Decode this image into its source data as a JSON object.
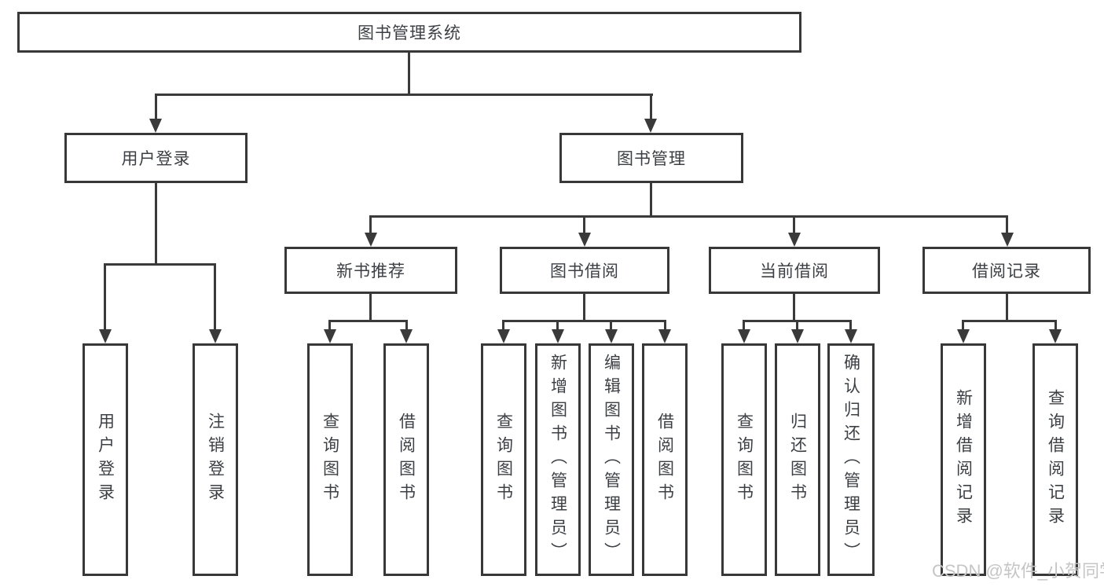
{
  "colors": {
    "line": "#3a3a3a",
    "box_border": "#383838",
    "text": "#3c4045",
    "watermark_gray": "#c5c5c5",
    "background": "#ffffff"
  },
  "tree": {
    "root": "图书管理系统",
    "user_login": {
      "label": "用户登录",
      "leaves": [
        "用户登录",
        "注销登录"
      ]
    },
    "book_mgmt": {
      "label": "图书管理",
      "groups": [
        {
          "label": "新书推荐",
          "leaves": [
            "查询图书",
            "借阅图书"
          ]
        },
        {
          "label": "图书借阅",
          "leaves": [
            "查询图书",
            "新增图书（管理员）",
            "编辑图书（管理员）",
            "借阅图书"
          ]
        },
        {
          "label": "当前借阅",
          "leaves": [
            "查询图书",
            "归还图书",
            "确认归还（管理员）"
          ]
        },
        {
          "label": "借阅记录",
          "leaves": [
            "新增借阅记录",
            "查询借阅记录"
          ]
        }
      ]
    }
  },
  "watermark": {
    "text": "CSDN @软件_小贺同学"
  }
}
